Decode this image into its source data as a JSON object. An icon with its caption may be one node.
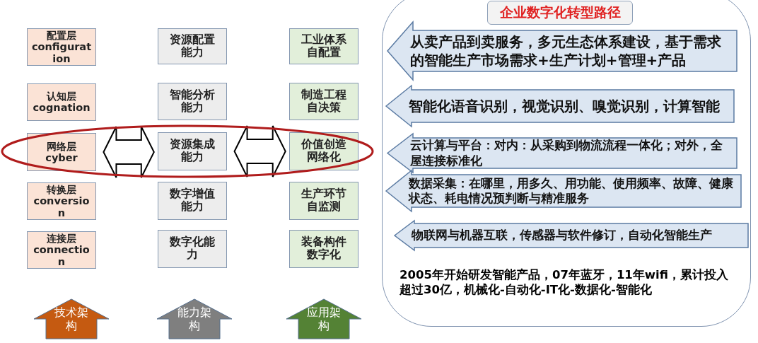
{
  "diagram": {
    "nodes": [
      {
        "text": [
          "配置层",
          "configuration"
        ]
      },
      {
        "text": [
          "认知层",
          "cognation"
        ]
      },
      {
        "text": [
          "网络层",
          "cyber"
        ]
      },
      {
        "text": [
          "转换层",
          "conversion"
        ]
      },
      {
        "text": [
          "连接层",
          "connection"
        ]
      },
      {
        "text": [
          "资源配置能力"
        ]
      },
      {
        "text": [
          "智能分析能力"
        ]
      },
      {
        "text": [
          "资源集成能力"
        ]
      },
      {
        "text": [
          "数字增值能力"
        ]
      },
      {
        "text": [
          "数字化能力"
        ]
      },
      {
        "text": [
          "工业体系自配置"
        ]
      },
      {
        "text": [
          "制造工程自决策"
        ]
      },
      {
        "text": [
          "价值创造网络化"
        ]
      },
      {
        "text": [
          "生产环节自监测"
        ]
      },
      {
        "text": [
          "装备构件数字化"
        ]
      },
      {
        "text": [
          "技术架构"
        ]
      },
      {
        "text": [
          "能力架构"
        ]
      },
      {
        "text": [
          "应用架构"
        ]
      },
      {
        "text": [],
        "shape": "box"
      },
      {
        "text": [
          "企业数字化转型路径"
        ],
        "in": 18
      },
      {
        "text": [
          "从卖产品到卖服务，多元生态体系建设，基于需求的智能生产市场需求+生产计划+管理+产品"
        ],
        "in": 18
      },
      {
        "text": [
          "智能化语音识别，视觉识别、嗅觉识别，计算智能"
        ],
        "in": 18
      },
      {
        "text": [
          "云计算与平台：对内：从采购到物流流程一体化；对外，全屋连接标准化"
        ],
        "in": 18
      },
      {
        "text": [
          "数据采集：在哪里，用多久、用功能、使用频率、故障、健康状态、耗电情况预判断与精准服务"
        ],
        "in": 18
      },
      {
        "text": [
          "物联网与机器互联，传感器与软件修订，自动化智能生产"
        ],
        "in": 18
      }
    ],
    "edges": [
      {
        "from": 2,
        "to": 7,
        "arrow": "both"
      },
      {
        "from": 7,
        "to": 12,
        "arrow": "both"
      }
    ],
    "labels": [
      "2005年开始研发智能产品，07年蓝牙，11年wifi，累计投入超过30亿，机械化-自动化-IT化-数据化-智能化"
    ]
  }
}
